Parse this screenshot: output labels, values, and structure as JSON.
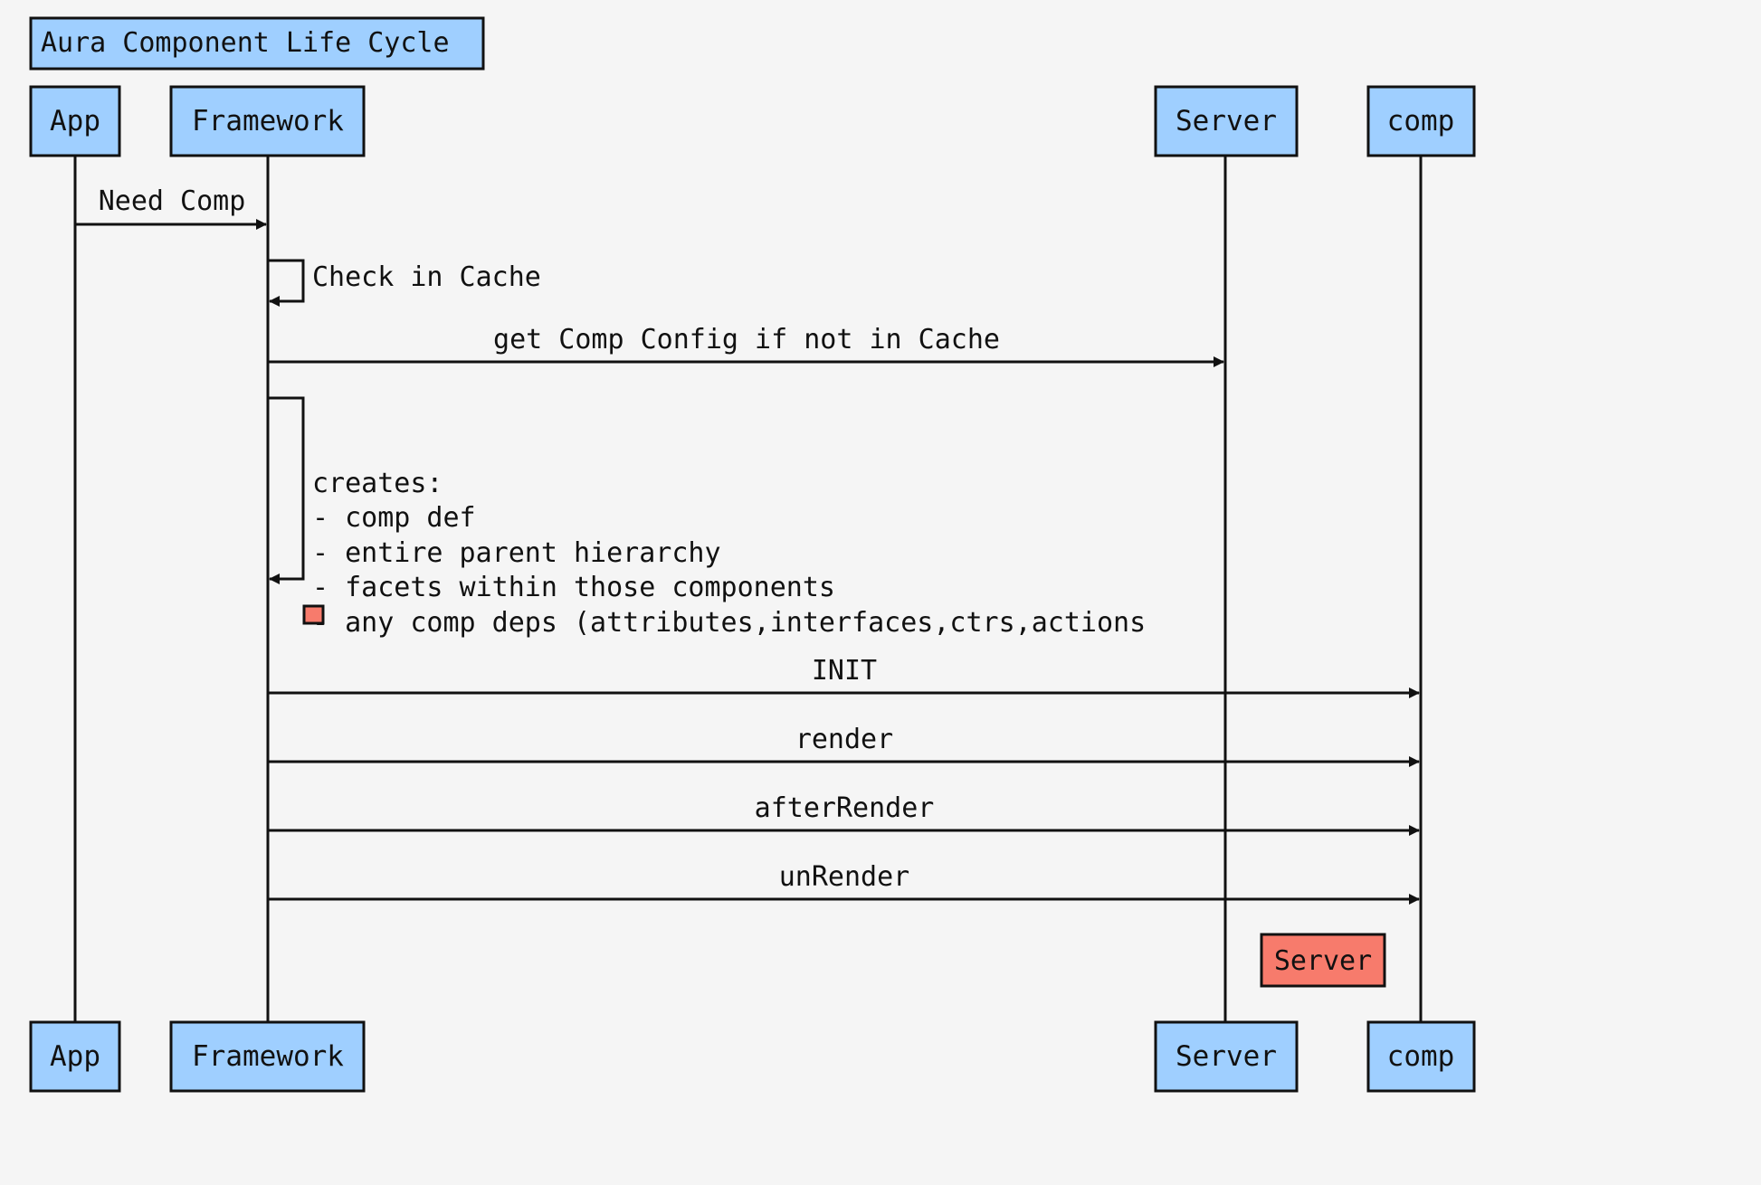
{
  "title": "Aura Component Life Cycle",
  "participants": [
    {
      "id": "app",
      "label": "App"
    },
    {
      "id": "framework",
      "label": "Framework"
    },
    {
      "id": "server",
      "label": "Server"
    },
    {
      "id": "comp",
      "label": "comp"
    }
  ],
  "messages": [
    {
      "from": "app",
      "to": "framework",
      "label": "Need Comp"
    },
    {
      "from": "framework",
      "to": "framework",
      "label": "Check in Cache"
    },
    {
      "from": "framework",
      "to": "server",
      "label": "get Comp Config if not in Cache"
    },
    {
      "from": "framework",
      "to": "framework",
      "lines": [
        "creates:",
        "- comp def",
        "- entire parent hierarchy",
        "- facets within those components",
        "- any comp deps (attributes,interfaces,ctrs,actions"
      ]
    },
    {
      "from": "framework",
      "to": "comp",
      "label": "INIT"
    },
    {
      "from": "framework",
      "to": "comp",
      "label": "render"
    },
    {
      "from": "framework",
      "to": "comp",
      "label": "afterRender"
    },
    {
      "from": "framework",
      "to": "comp",
      "label": "unRender"
    }
  ],
  "floating_label": "Server",
  "colors": {
    "background": "#f5f5f5",
    "participant_fill": "#9fcfff",
    "floating_fill": "#f77b6c",
    "stroke": "#111111"
  }
}
